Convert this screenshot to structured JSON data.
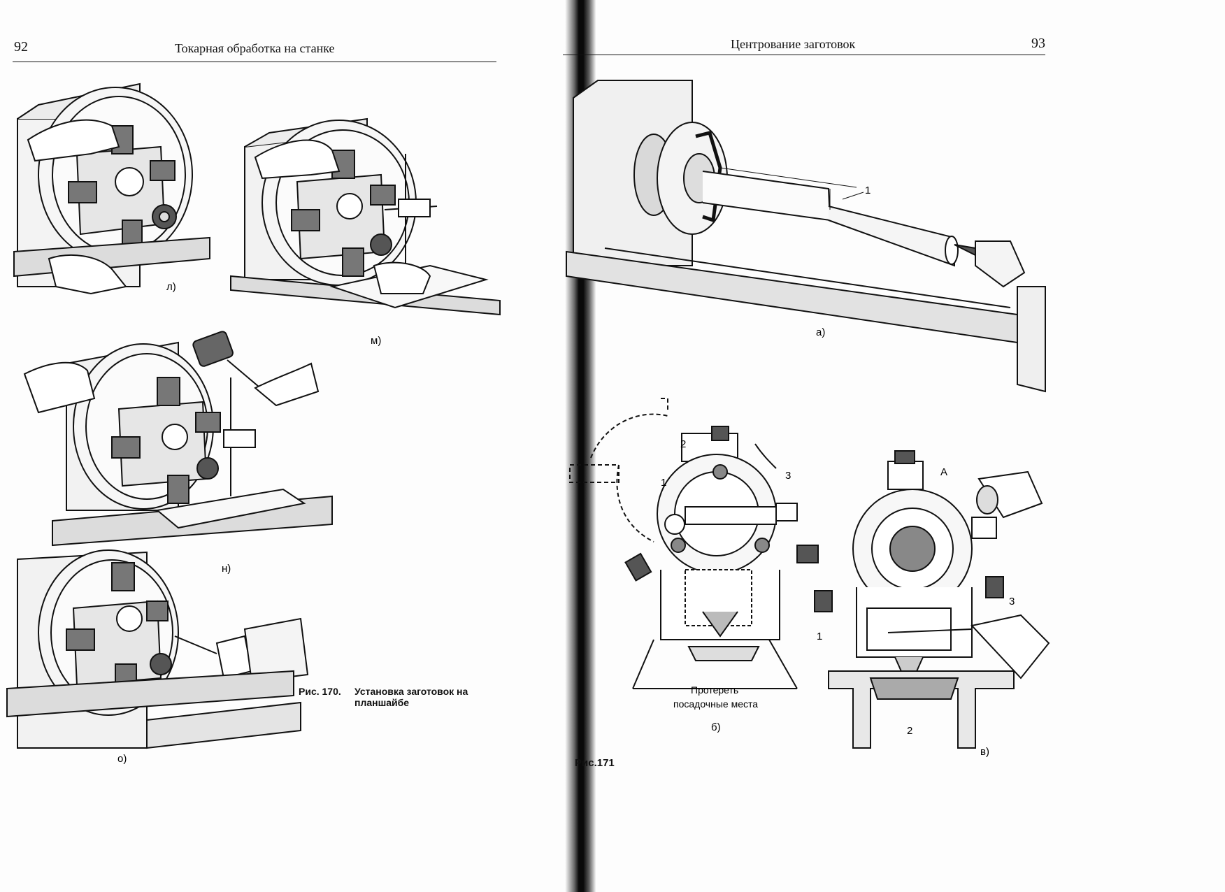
{
  "left_page": {
    "page_number": "92",
    "running_title": "Токарная обработка на станке",
    "figure": {
      "panels": [
        "л)",
        "м)",
        "н)",
        "о)"
      ],
      "caption_number": "Рис. 170.",
      "caption_text_line1": "Установка заготовок на",
      "caption_text_line2": "планшайбе"
    }
  },
  "right_page": {
    "page_number": "93",
    "running_title": "Центрование заготовок",
    "figure": {
      "panels": [
        "а)",
        "б)",
        "в)"
      ],
      "caption": "Рис.171",
      "labels_a": [
        "1"
      ],
      "labels_b": [
        "1",
        "2",
        "3"
      ],
      "labels_c": [
        "A",
        "1",
        "2",
        "3"
      ],
      "note_line1": "Протереть",
      "note_line2": "посадочные места"
    }
  }
}
